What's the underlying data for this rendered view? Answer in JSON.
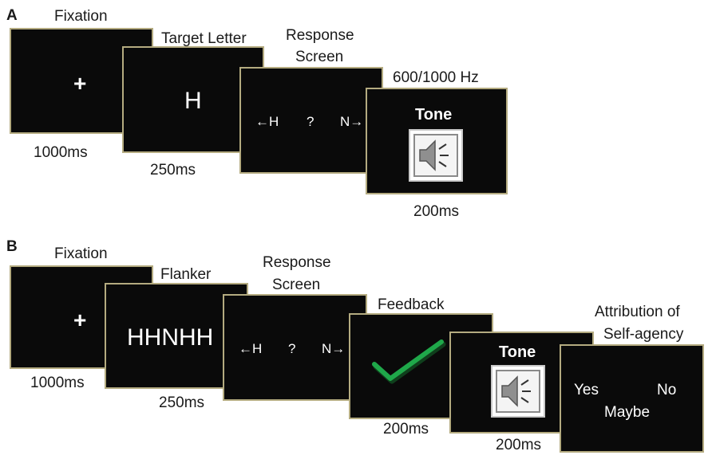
{
  "panel_a": {
    "letter": "A",
    "fixation": {
      "label": "Fixation",
      "symbol": "+",
      "duration": "1000ms"
    },
    "target": {
      "label": "Target Letter",
      "letter": "H",
      "duration": "250ms"
    },
    "response": {
      "label_line1": "Response",
      "label_line2": "Screen",
      "left": "←H",
      "middle": "?",
      "right": "N→"
    },
    "tone": {
      "label": "600/1000 Hz",
      "word": "Tone",
      "icon": "speaker-icon",
      "duration": "200ms"
    }
  },
  "panel_b": {
    "letter": "B",
    "fixation": {
      "label": "Fixation",
      "symbol": "+",
      "duration": "1000ms"
    },
    "flanker": {
      "label": "Flanker",
      "letters": "HHNHH",
      "duration": "250ms"
    },
    "response": {
      "label_line1": "Response",
      "label_line2": "Screen",
      "left": "←H",
      "middle": "?",
      "right": "N→"
    },
    "feedback": {
      "label": "Feedback",
      "icon": "checkmark-icon",
      "duration": "200ms"
    },
    "tone": {
      "word": "Tone",
      "icon": "speaker-icon",
      "duration": "200ms"
    },
    "attribution": {
      "label_line1": "Attribution of",
      "label_line2": "Self-agency",
      "yes": "Yes",
      "no": "No",
      "maybe": "Maybe"
    }
  },
  "colors": {
    "screen": "#0a0a0a",
    "border": "#b4ab80",
    "check": "#1fa84a"
  }
}
